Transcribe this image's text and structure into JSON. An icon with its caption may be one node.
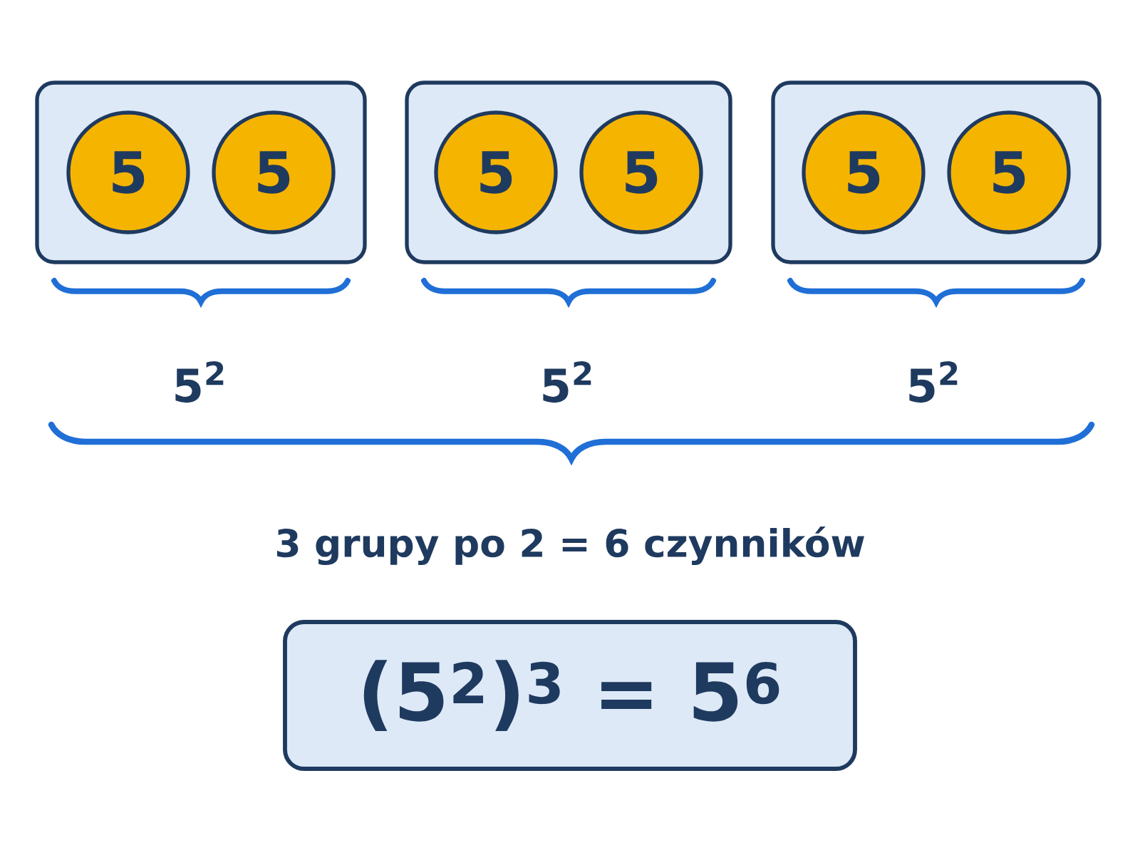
{
  "diagram": {
    "nodes": [
      {
        "text": [],
        "shape": "box"
      },
      {
        "text": [
          "5"
        ],
        "in": 0
      },
      {
        "text": [
          "5"
        ],
        "in": 0
      },
      {
        "text": [],
        "shape": "box"
      },
      {
        "text": [
          "5"
        ],
        "in": 3
      },
      {
        "text": [
          "5"
        ],
        "in": 3
      },
      {
        "text": [],
        "shape": "box"
      },
      {
        "text": [
          "5"
        ],
        "in": 6
      },
      {
        "text": [
          "5"
        ],
        "in": 6
      },
      {
        "text": [
          "(5$^{2}$)$^{3}$ = 5$^{6}$"
        ]
      }
    ],
    "labels": [
      "5$^{2}$",
      "5$^{2}$",
      "5$^{2}$",
      "3 grupy po 2 = 6 czynników"
    ]
  }
}
